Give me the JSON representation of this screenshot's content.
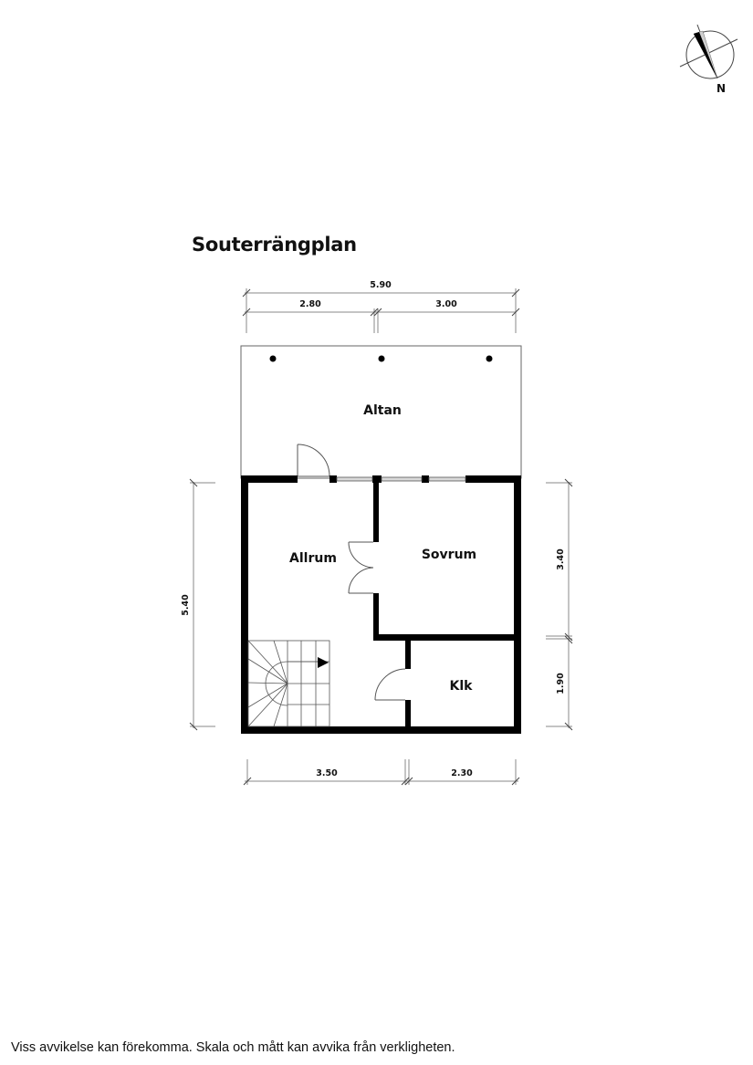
{
  "plan": {
    "title": "Souterrängplan",
    "rooms": {
      "altan": "Altan",
      "allrum": "Allrum",
      "sovrum": "Sovrum",
      "klk": "Klk"
    },
    "dimensions": {
      "top_total": "5.90",
      "top_left": "2.80",
      "top_right": "3.00",
      "left_total": "5.40",
      "right_upper": "3.40",
      "right_lower": "1.90",
      "bottom_left": "3.50",
      "bottom_right": "2.30"
    },
    "compass": {
      "icon": "north-arrow-compass",
      "label": "N"
    },
    "colors": {
      "wall": "#000000",
      "dimension_line": "#888888",
      "window_fill": "#d9d9d9",
      "compass_light": "#cfcfcf"
    }
  },
  "footer": {
    "disclaimer": "Viss avvikelse kan förekomma. Skala och mått kan avvika från verkligheten."
  }
}
